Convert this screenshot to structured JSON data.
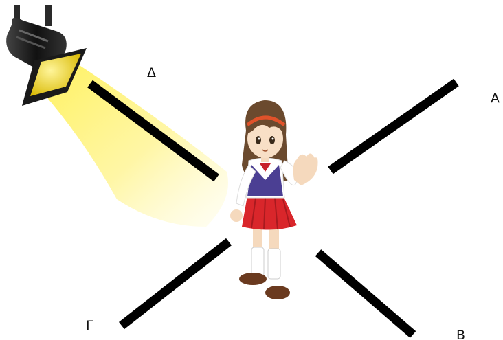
{
  "labels": {
    "delta": "Δ",
    "alpha": "Α",
    "gamma": "Γ",
    "beta": "Β"
  },
  "colors": {
    "mirror": "#000000",
    "light_beam": "#fff27a",
    "lamp_body": "#1a1a1a",
    "skirt": "#d9262b",
    "vest": "#4b3f93",
    "hair": "#6b4a2e",
    "shoes": "#6a3a1f"
  },
  "icons": {
    "lamp": "spotlight-icon",
    "person": "girl-figure"
  }
}
